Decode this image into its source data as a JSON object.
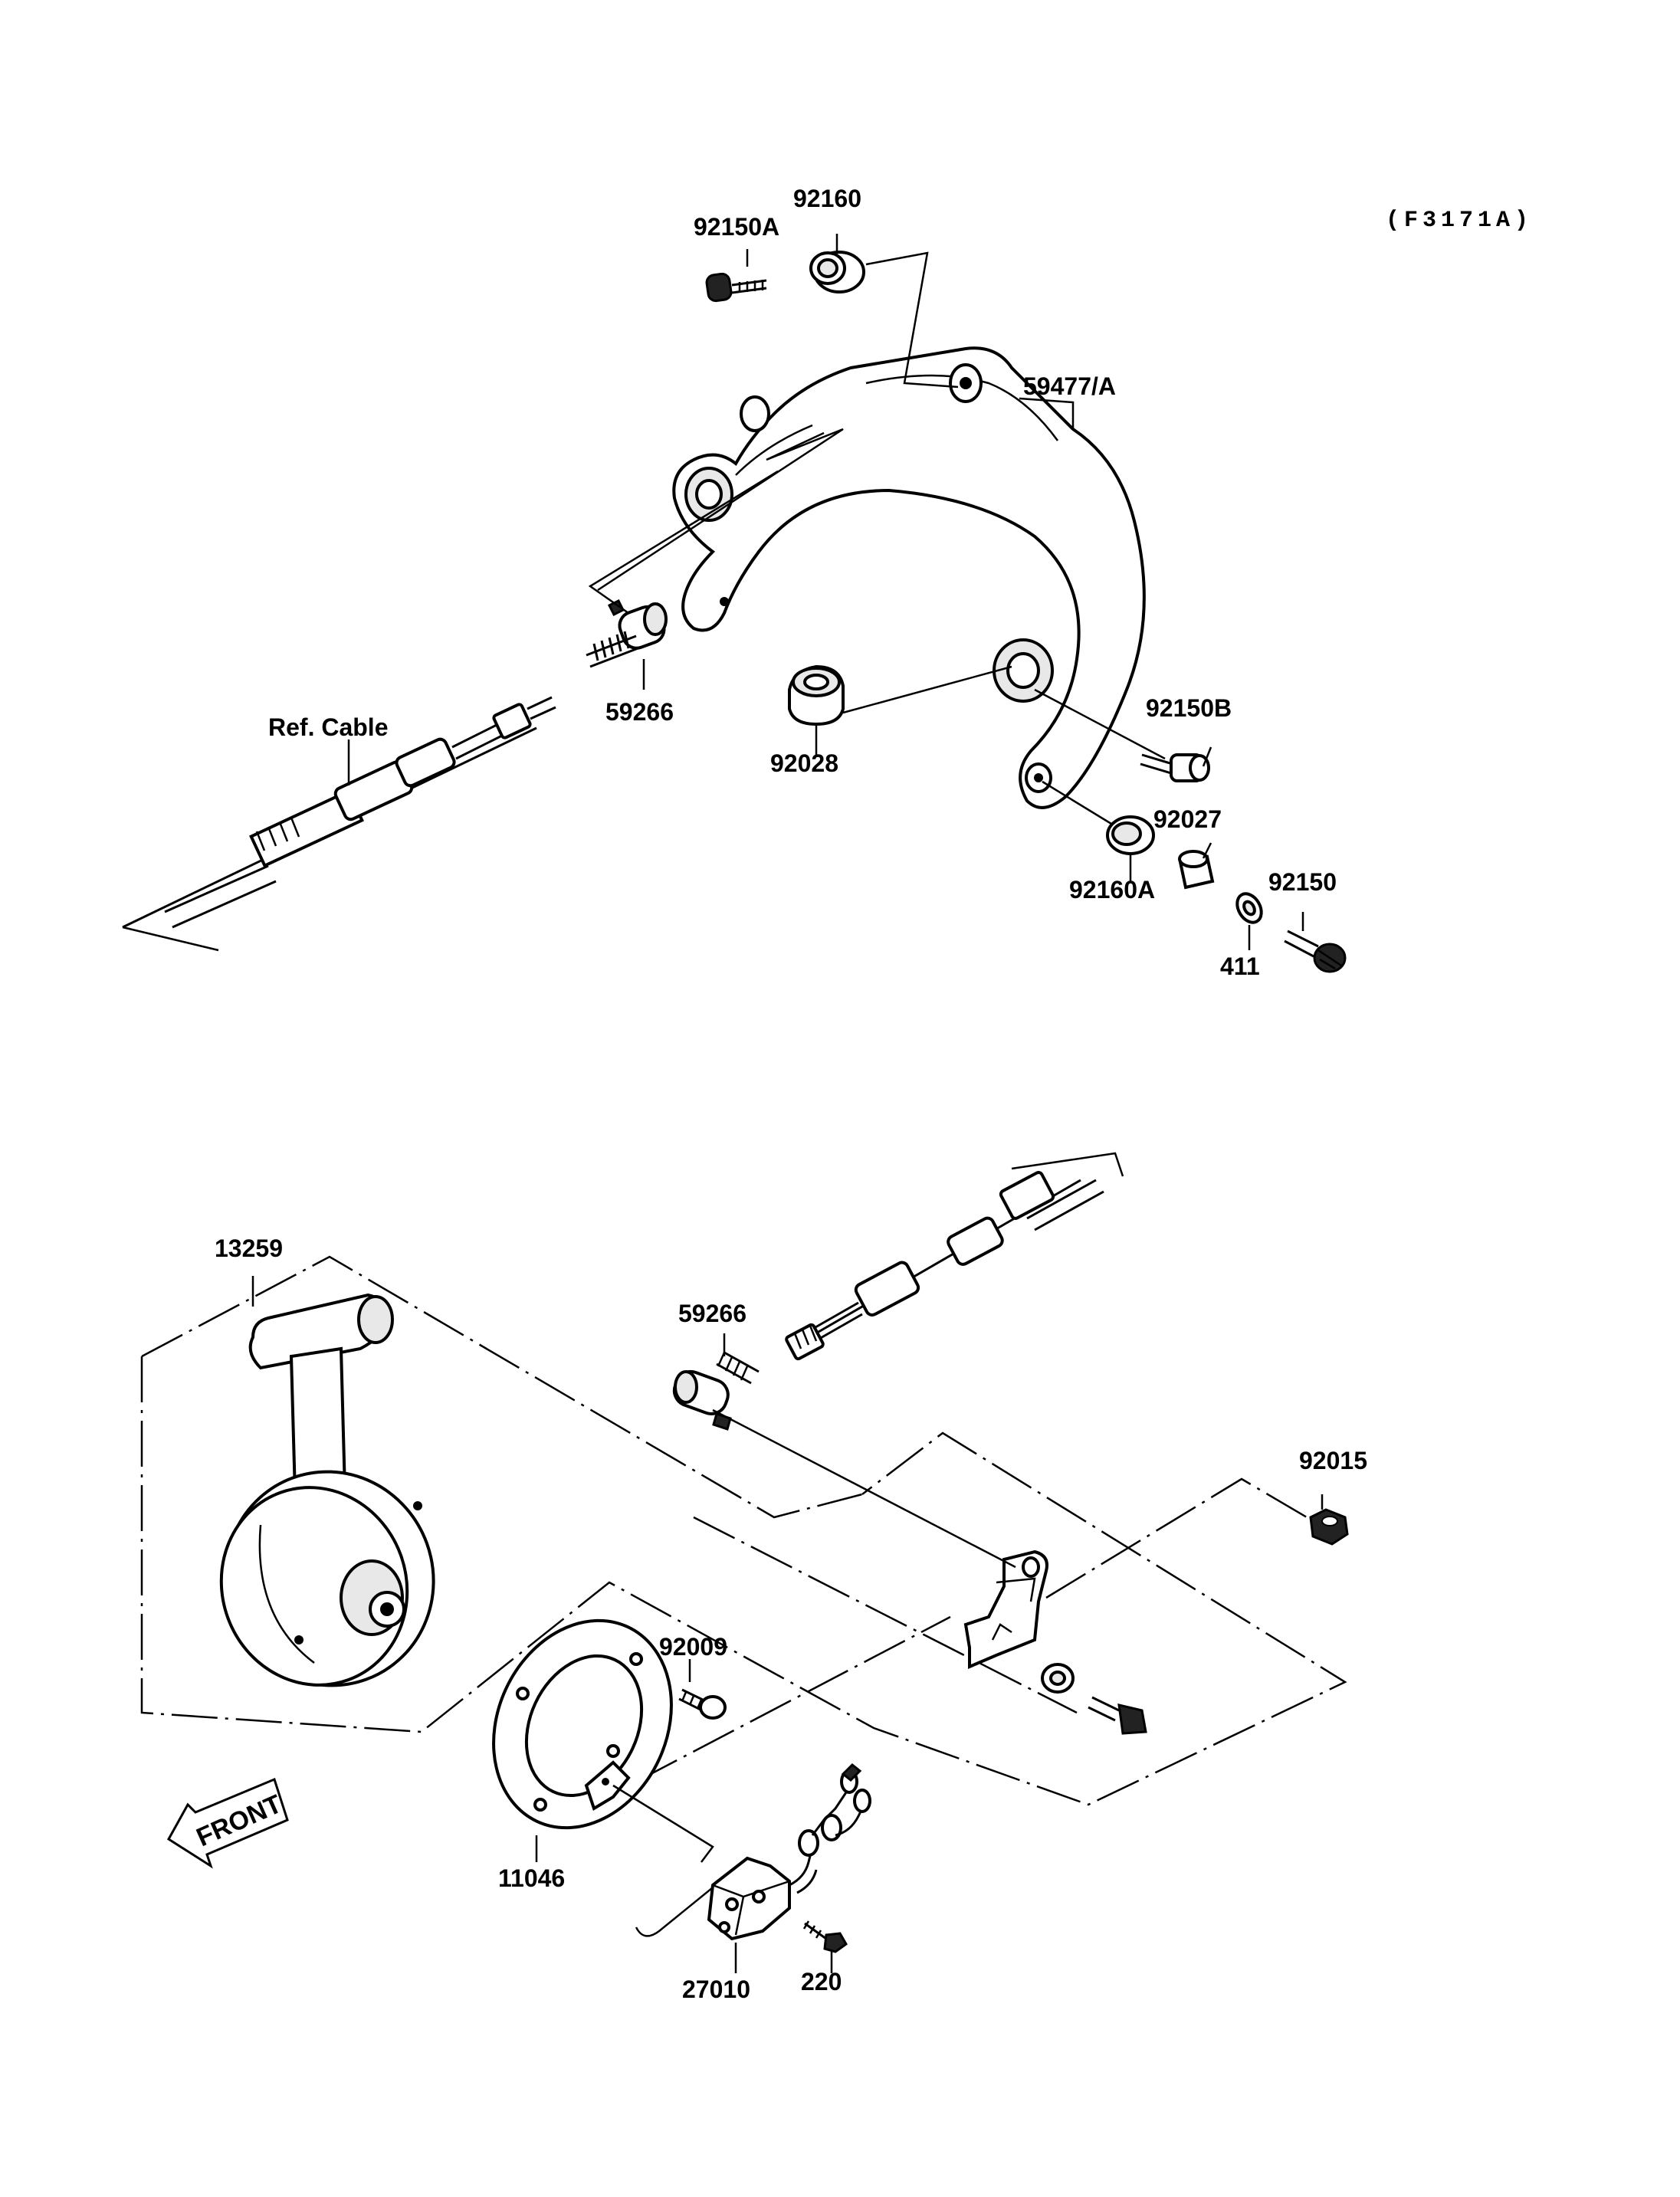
{
  "diagram_code": "(F3171A)",
  "front_arrow_label": "FRONT",
  "labels": {
    "p92160_top": "92160",
    "p92150A": "92150A",
    "p59477A": "59477/A",
    "p59266_top": "59266",
    "ref_cable": "Ref. Cable",
    "p92028": "92028",
    "p92150B": "92150B",
    "p92027": "92027",
    "p92160A": "92160A",
    "p92150": "92150",
    "p411": "411",
    "p13259": "13259",
    "p59266_bottom": "59266",
    "p92015": "92015",
    "p92009": "92009",
    "p11046": "11046",
    "p27010": "27010",
    "p220": "220"
  }
}
